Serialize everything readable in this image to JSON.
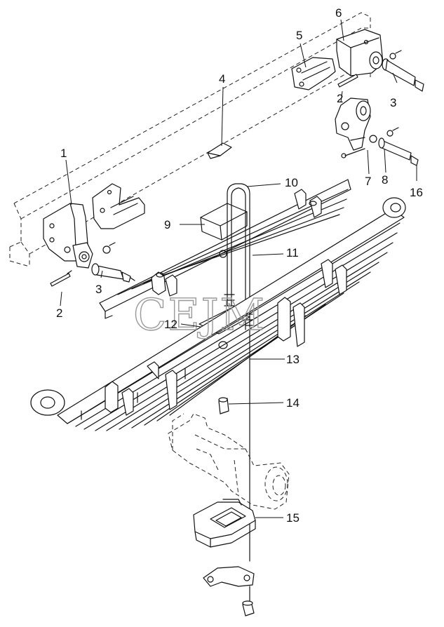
{
  "watermark": "CEJM",
  "callouts": [
    {
      "id": "c1",
      "label": "1"
    },
    {
      "id": "c2a",
      "label": "2"
    },
    {
      "id": "c2b",
      "label": "2"
    },
    {
      "id": "c3a",
      "label": "3"
    },
    {
      "id": "c3b",
      "label": "3"
    },
    {
      "id": "c4",
      "label": "4"
    },
    {
      "id": "c5",
      "label": "5"
    },
    {
      "id": "c6",
      "label": "6"
    },
    {
      "id": "c7",
      "label": "7"
    },
    {
      "id": "c8",
      "label": "8"
    },
    {
      "id": "c9",
      "label": "9"
    },
    {
      "id": "c10",
      "label": "10"
    },
    {
      "id": "c11",
      "label": "11"
    },
    {
      "id": "c12",
      "label": "12"
    },
    {
      "id": "c13",
      "label": "13"
    },
    {
      "id": "c14",
      "label": "14"
    },
    {
      "id": "c15",
      "label": "15"
    },
    {
      "id": "c16",
      "label": "16"
    }
  ]
}
